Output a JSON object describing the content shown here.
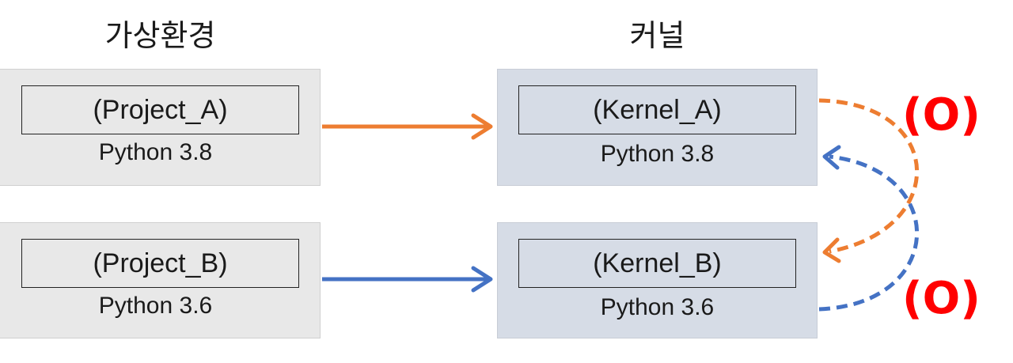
{
  "headings": {
    "environments": "가상환경",
    "kernels": "커널"
  },
  "environments": [
    {
      "name": "(Project_A)",
      "python": "Python 3.8"
    },
    {
      "name": "(Project_B)",
      "python": "Python 3.6"
    }
  ],
  "kernels": [
    {
      "name": "(Kernel_A)",
      "python": "Python 3.8"
    },
    {
      "name": "(Kernel_B)",
      "python": "Python 3.6"
    }
  ],
  "marks": {
    "top": "(O)",
    "bottom": "(O)"
  },
  "colors": {
    "orange": "#ed7d31",
    "blue": "#4472c4",
    "mark": "#ff0000",
    "environment_fill": "#e8e8e8",
    "kernel_fill": "#d6dce6"
  }
}
